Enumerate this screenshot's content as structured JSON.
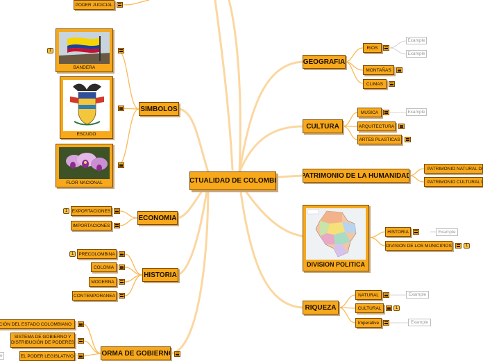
{
  "center": "ACTUALIDAD  DE COLOMBIA",
  "branches": {
    "geografia": {
      "label": "GEOGRAFIA",
      "children": [
        "RIOS",
        "MONTAÑAS",
        "CLIMAS"
      ]
    },
    "cultura": {
      "label": "CULTURA",
      "children": [
        "MUSICA",
        "ARQUITECTURA",
        "ARTES PLASTICAS"
      ]
    },
    "patrimonio": {
      "label": "PATRIMONIO DE LA HUMANIDAD",
      "children": [
        "PATRIMONIO NATURAL DE LA",
        "PATRIMONIO CULTURAL DE"
      ]
    },
    "division": {
      "label": "DIVISION POLITICA",
      "children": [
        "HISTORIA",
        "DIVISION DE LOS MUNICIPIOS"
      ]
    },
    "riqueza": {
      "label": "RIQUEZA",
      "children": [
        "NATURAL",
        "CULTURAL",
        "Imperative"
      ]
    },
    "simbolos": {
      "label": "SIMBOLOS",
      "children": [
        "BANDERA",
        "ESCUDO",
        "FLOR NACIONAL"
      ]
    },
    "economia": {
      "label": "ECONOMIA",
      "children": [
        "EXPORTACIONES",
        "IMPORTACIONES"
      ]
    },
    "historia": {
      "label": "HISTORIA",
      "children": [
        "PRECOLOMBINA",
        "COLONIA",
        "MODERNA",
        "CONTEMPORANEA"
      ]
    },
    "forma": {
      "label": "FORMA DE GOBIERNO",
      "children": [
        "ZACIÓN DEL ESTADO COLOMBIANO",
        "SISTEMA DE GOBIERNO Y DISTRIBUCIÓN DE PODERES",
        "EL PODER LEGISLATIVO"
      ]
    }
  },
  "top_leaf": "PODER JUDICIAL",
  "example": "Example",
  "badge": "1"
}
